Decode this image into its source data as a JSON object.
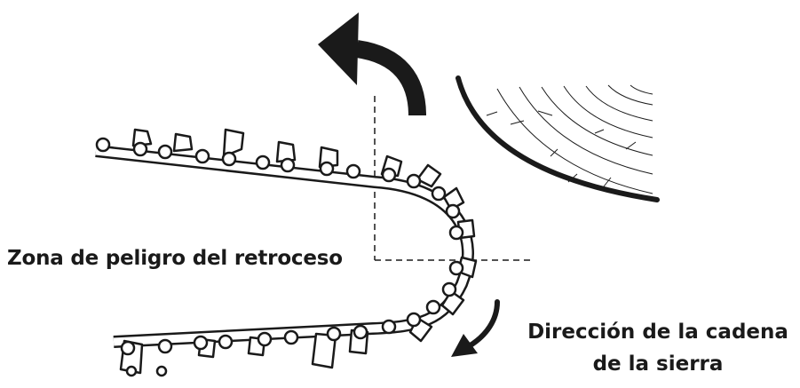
{
  "labels": {
    "kickback_zone": "Zona de peligro del retroceso",
    "chain_direction_line1": "Dirección de la cadena",
    "chain_direction_line2": "de la sierra"
  },
  "icons": [
    "kickback-arrow-icon",
    "chain-direction-arrow-icon"
  ],
  "colors": {
    "ink": "#1a1a1a",
    "background": "#ffffff"
  }
}
